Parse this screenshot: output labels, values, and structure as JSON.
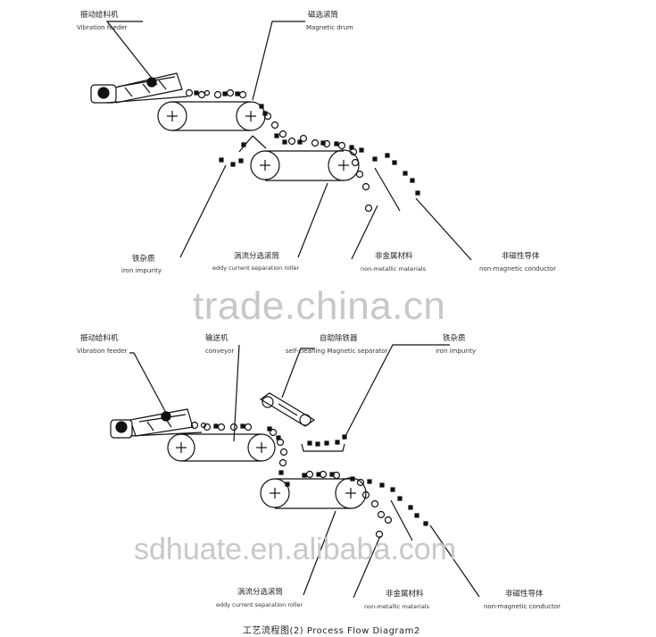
{
  "diagram1": {
    "labels": {
      "feeder_zh": "振动给料机",
      "feeder_en": "Vibration feeder",
      "drum_zh": "磁选滚筒",
      "drum_en": "Magnetic drum",
      "iron_zh": "铁杂质",
      "iron_en": "iron impurity",
      "eddy_zh": "涡流分选滚筒",
      "eddy_en": "eddy current separation roller",
      "nonmetal_zh": "非金属材料",
      "nonmetal_en": "non-metallic materials",
      "nonmag_zh": "非磁性导体",
      "nonmag_en": "non-magnetic conductor"
    }
  },
  "diagram2": {
    "labels": {
      "feeder_zh": "振动给料机",
      "feeder_en": "Vibration feeder",
      "conveyor_zh": "输送机",
      "conveyor_en": "conveyor",
      "selfclean_zh": "自助除铁器",
      "selfclean_en": "self-cleaning Magnetic separator",
      "iron_zh": "铁杂质",
      "iron_en": "iron impurity",
      "eddy_zh": "涡流分选滚筒",
      "eddy_en": "eddy current separation roller",
      "nonmetal_zh": "非金属材料",
      "nonmetal_en": "non-metallic materials",
      "nonmag_zh": "非磁性导体",
      "nonmag_en": "non-magnetic conductor"
    }
  },
  "watermarks": {
    "top": "trade.china.cn",
    "bottom": "sdhuate.en.alibaba.com"
  },
  "caption": "工艺流程图(2)  Process  Flow  Diagram2",
  "colors": {
    "ink": "#111111",
    "watermark": "#c8c8c8"
  }
}
